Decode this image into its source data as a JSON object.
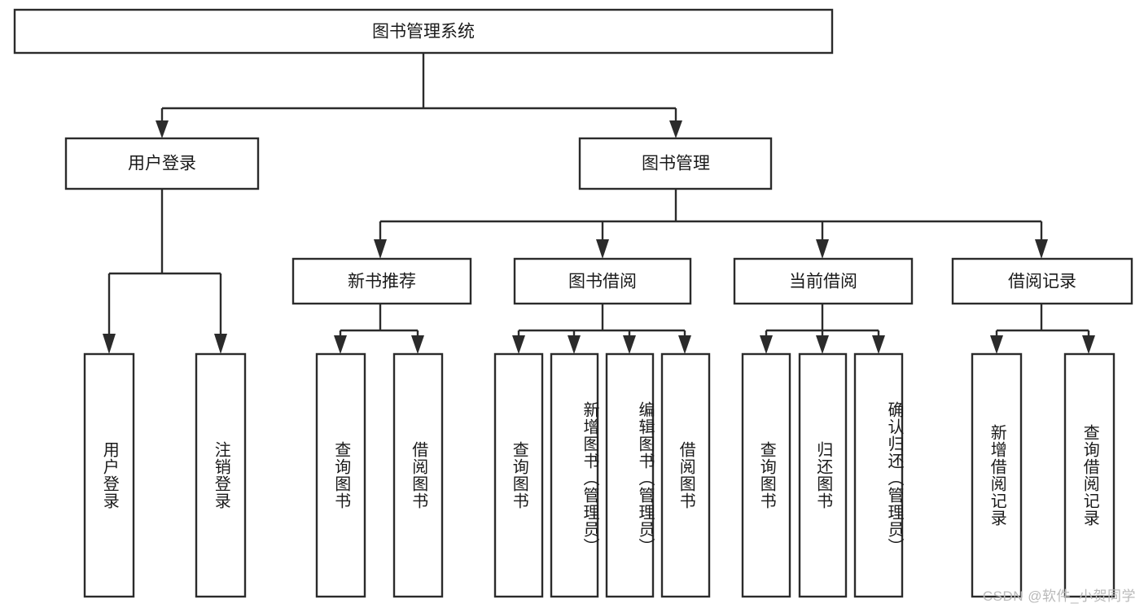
{
  "diagram": {
    "title": "图书管理系统",
    "type": "hierarchy-tree",
    "root": {
      "label": "图书管理系统",
      "children": [
        {
          "label": "用户登录",
          "children": [
            {
              "label": "用户登录"
            },
            {
              "label": "注销登录"
            }
          ]
        },
        {
          "label": "图书管理",
          "children": [
            {
              "label": "新书推荐",
              "children": [
                {
                  "label": "查询图书"
                },
                {
                  "label": "借阅图书"
                }
              ]
            },
            {
              "label": "图书借阅",
              "children": [
                {
                  "label": "查询图书"
                },
                {
                  "label": "新增图书（管理员）"
                },
                {
                  "label": "编辑图书（管理员）"
                },
                {
                  "label": "借阅图书"
                }
              ]
            },
            {
              "label": "当前借阅",
              "children": [
                {
                  "label": "查询图书"
                },
                {
                  "label": "归还图书"
                },
                {
                  "label": "确认归还（管理员）"
                }
              ]
            },
            {
              "label": "借阅记录",
              "children": [
                {
                  "label": "新增借阅记录"
                },
                {
                  "label": "查询借阅记录"
                }
              ]
            }
          ]
        }
      ]
    }
  },
  "nodes": {
    "root_title": "图书管理系统",
    "l1_user_login": "用户登录",
    "l1_book_mgmt": "图书管理",
    "l2_new_book_rec": "新书推荐",
    "l2_book_borrow": "图书借阅",
    "l2_current_borrow": "当前借阅",
    "l2_borrow_record": "借阅记录",
    "leaf_user_login": "用户登录",
    "leaf_logout": "注销登录",
    "leaf_query_book_a": "查询图书",
    "leaf_borrow_book_a": "借阅图书",
    "leaf_query_book_b": "查询图书",
    "leaf_add_book_admin": "新增图书（管理员）",
    "leaf_edit_book_admin": "编辑图书（管理员）",
    "leaf_borrow_book_b": "借阅图书",
    "leaf_query_book_c": "查询图书",
    "leaf_return_book": "归还图书",
    "leaf_confirm_return_admin": "确认归还（管理员）",
    "leaf_add_borrow_record": "新增借阅记录",
    "leaf_query_borrow_record": "查询借阅记录"
  },
  "watermark": {
    "text": "CSDN @软件_小贺同学"
  },
  "colors": {
    "background": "#ffffff",
    "box_fill": "#ffffff",
    "box_stroke": "#2b2b2b",
    "text": "#1a1a1a",
    "watermark": "#b9b9b9"
  }
}
